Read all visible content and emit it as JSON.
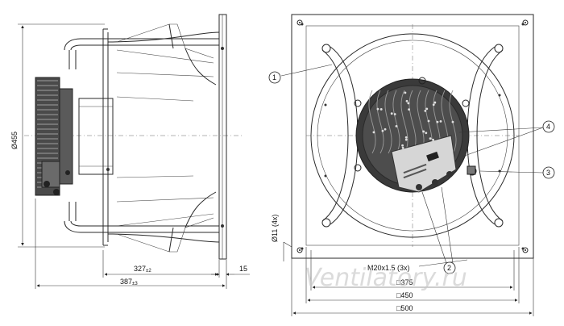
{
  "side_view": {
    "diameter_label": "Ø455",
    "depth_inner_label": "327",
    "depth_inner_tol": "±2",
    "depth_outer_label": "387",
    "depth_outer_tol": "±3",
    "flange_label": "15"
  },
  "front_view": {
    "hole_label": "Ø11 (4x)",
    "thread_label": "M20x1.5 (3x)",
    "square_375": "□375",
    "square_450": "□450",
    "square_500": "□500",
    "callouts": [
      "1",
      "2",
      "3",
      "4"
    ]
  },
  "watermark": "Ventilatory.ru",
  "colors": {
    "line": "#2a2a2a",
    "motor": "#3a3a3a",
    "watermark": "#c8c8c8"
  }
}
